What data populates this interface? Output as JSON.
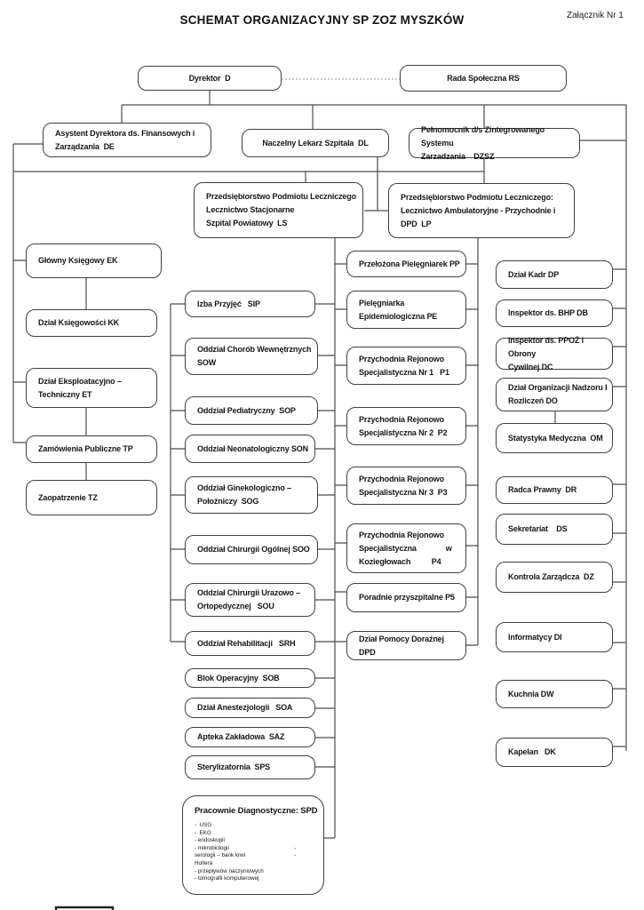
{
  "header": {
    "title": "SCHEMAT ORGANIZACYJNY SP ZOZ MYSZKÓW",
    "annotation": "Załącznik Nr 1"
  },
  "nodes": {
    "dyrektor": {
      "lines": [
        "Dyrektor  D"
      ]
    },
    "rada": {
      "lines": [
        "Rada Społeczna RS"
      ]
    },
    "asystent": {
      "lines": [
        "Asystent Dyrektora ds. Finansowych i",
        "Zarządzania  DE"
      ]
    },
    "naczelny": {
      "lines": [
        "Naczelny Lekarz Szpitala  DL"
      ]
    },
    "pelnomocnik": {
      "lines": [
        "Pełnomocnik d/s Zintegrowanego Systemu",
        "Zarzadzania    DZSZ"
      ]
    },
    "ls": {
      "lines": [
        "Przedsiębiorstwo Podmiotu Leczniczego",
        "Lecznictwo Stacjonarne",
        "Szpital Powiatowy  LS"
      ]
    },
    "lp": {
      "lines": [
        "Przedsiębiorstwo Podmiotu Leczniczego:",
        "Lecznictwo Ambulatoryjne - Przychodnie i",
        "DPD  LP"
      ]
    },
    "ek": {
      "lines": [
        "Główny Księgowy EK"
      ]
    },
    "kk": {
      "lines": [
        "Dział Księgowości KK"
      ]
    },
    "et": {
      "lines": [
        "Dział Eksploatacyjno –",
        "Techniczny ET"
      ]
    },
    "tp": {
      "lines": [
        "Zamówienia Publiczne TP"
      ]
    },
    "tz": {
      "lines": [
        "Zaopatrzenie TZ"
      ]
    },
    "sip": {
      "lines": [
        "Izba Przyjęć   SIP"
      ]
    },
    "sow": {
      "lines": [
        "Oddział Chorób Wewnętrznych",
        "SOW"
      ]
    },
    "sop": {
      "lines": [
        "Oddział Pediatryczny  SOP"
      ]
    },
    "son": {
      "lines": [
        "Oddział Neonatologiczny SON"
      ]
    },
    "sog": {
      "lines": [
        "Oddział Ginekologiczno –",
        "Położniczy  SOG"
      ]
    },
    "soo": {
      "lines": [
        "Oddział Chirurgii Ogólnej SOO"
      ]
    },
    "sou": {
      "lines": [
        "Oddział Chirurgii Urazowo –",
        "Ortopedycznej   SOU"
      ]
    },
    "srh": {
      "lines": [
        "Oddział Rehabilitacji   SRH"
      ]
    },
    "sob": {
      "lines": [
        "Blok Operacyjny  SOB"
      ]
    },
    "soa": {
      "lines": [
        "Dział Anestezjologii   SOA"
      ]
    },
    "saz": {
      "lines": [
        "Apteka Zakładowa  SAZ"
      ]
    },
    "sps": {
      "lines": [
        "Sterylizatornia  SPS"
      ]
    },
    "spd": {
      "title": "Pracownie Diagnostyczne: SPD",
      "items": [
        {
          "t": "-  USG",
          "d": ""
        },
        {
          "t": "-  EKG",
          "d": ""
        },
        {
          "t": "- endoskopii",
          "d": ""
        },
        {
          "t": "- mikrobiologii",
          "d": "-"
        },
        {
          "t": "serologii – bank krwi",
          "d": "-"
        },
        {
          "t": "Holtera",
          "d": ""
        },
        {
          "t": "- przepływów naczyniowych",
          "d": ""
        },
        {
          "t": "- tomografii komputerowej",
          "d": ""
        }
      ]
    },
    "pp": {
      "lines": [
        "Przełożona Pielęgniarek PP"
      ]
    },
    "pe": {
      "lines": [
        "Pielęgniarka",
        "Epidemiologiczna PE"
      ]
    },
    "p1": {
      "lines": [
        "Przychodnia Rejonowo",
        "Specjalistyczna Nr 1   P1"
      ]
    },
    "p2": {
      "lines": [
        "Przychodnia Rejonowo",
        "Specjalistyczna Nr 2  P2"
      ]
    },
    "p3": {
      "lines": [
        "Przychodnia Rejonowo",
        "Specjalistyczna Nr 3  P3"
      ]
    },
    "p4": {
      "lines": [
        "Przychodnia Rejonowo",
        "Specjalistyczna              w",
        "Koziegłowach          P4"
      ]
    },
    "p5": {
      "lines": [
        "Poradnie przyszpitalne P5"
      ]
    },
    "dpd": {
      "lines": [
        "Dział Pomocy Doraźnej DPD"
      ]
    },
    "dp": {
      "lines": [
        "Dział Kadr DP"
      ]
    },
    "db": {
      "lines": [
        "Inspektor ds. BHP DB"
      ]
    },
    "dc": {
      "lines": [
        "Inspektor ds. PPOŻ i Obrony",
        "Cywilnej DC"
      ]
    },
    "do": {
      "lines": [
        "Dział Organizacji Nadzoru I",
        "Rozliczeń DO"
      ]
    },
    "om": {
      "lines": [
        "Statystyka Medyczna  OM"
      ]
    },
    "dr": {
      "lines": [
        "Radca Prawny  DR"
      ]
    },
    "ds": {
      "lines": [
        "Sekretariat    DS"
      ]
    },
    "dz": {
      "lines": [
        "Kontrola Zarządcza  DZ"
      ]
    },
    "di": {
      "lines": [
        "Informatycy DI"
      ]
    },
    "dw": {
      "lines": [
        "Kuchnia DW"
      ]
    },
    "dk": {
      "lines": [
        "Kapelan   DK"
      ]
    }
  }
}
